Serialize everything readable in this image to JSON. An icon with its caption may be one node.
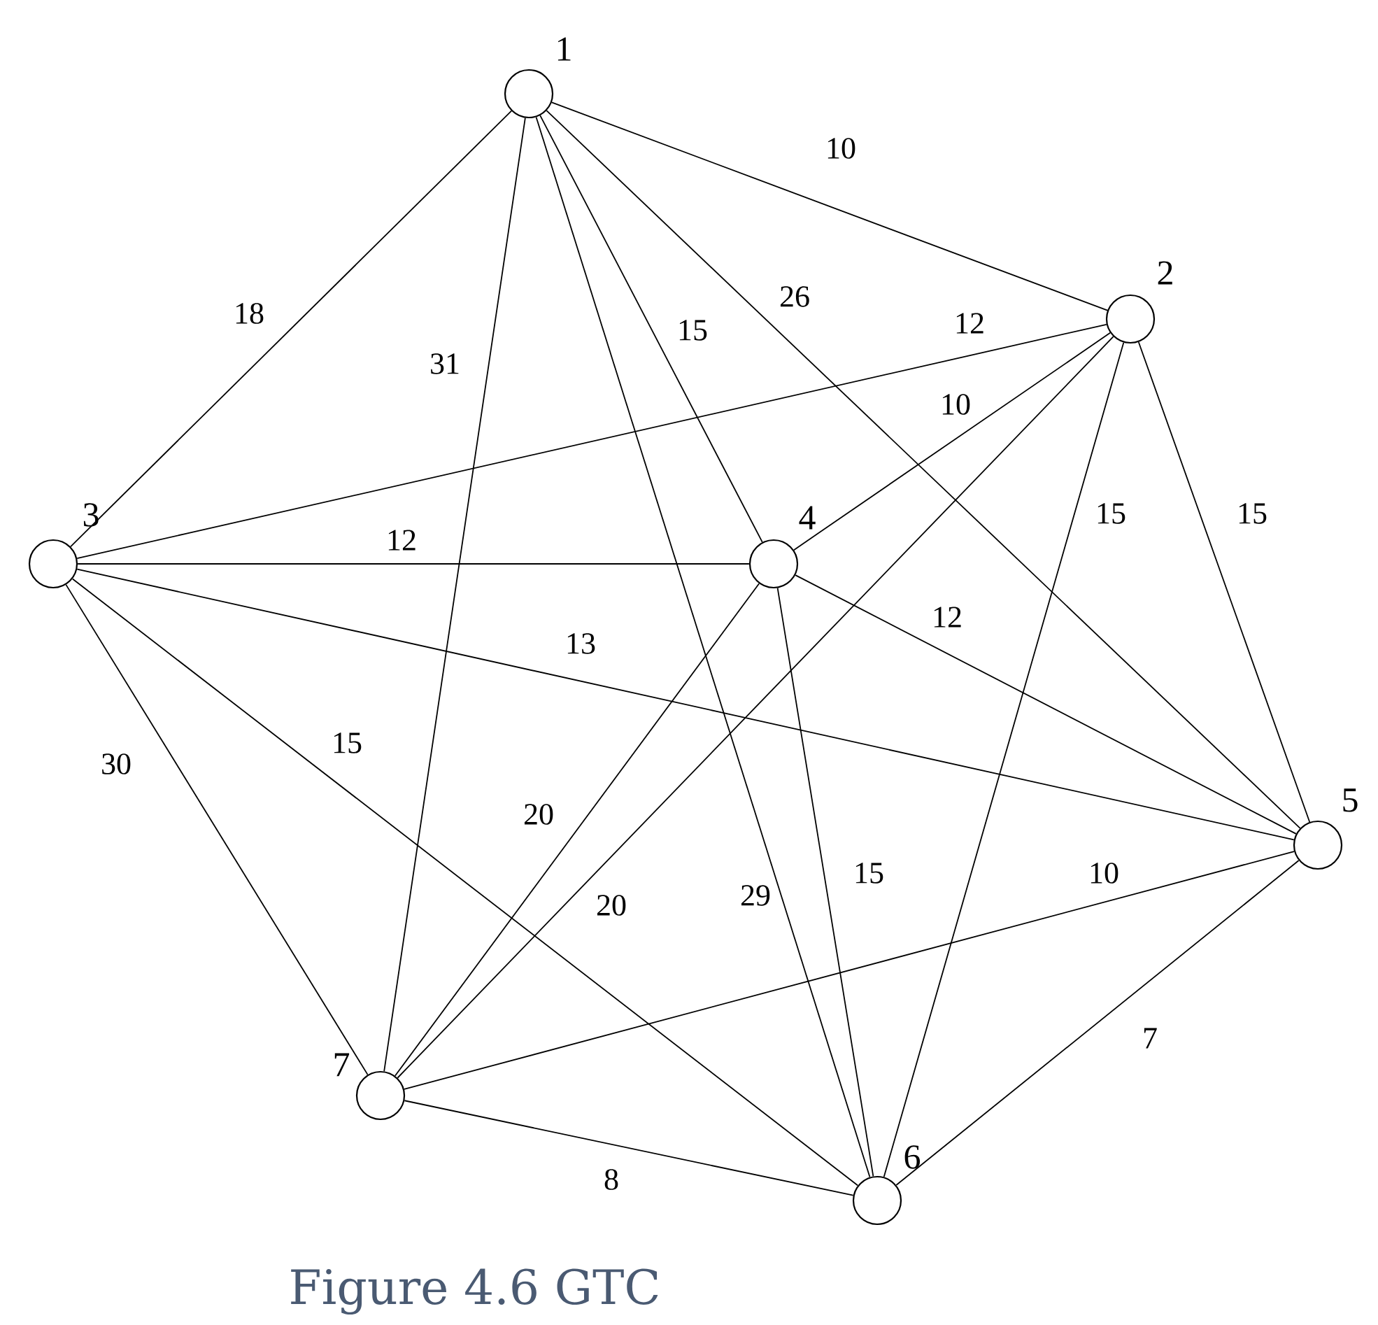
{
  "diagram": {
    "caption": "Figure 4.6 GTC",
    "nodes": [
      {
        "text": [
          "1"
        ]
      },
      {
        "text": [
          "2"
        ]
      },
      {
        "text": [
          "3"
        ]
      },
      {
        "text": [
          "4"
        ]
      },
      {
        "text": [
          "5"
        ]
      },
      {
        "text": [
          "6"
        ]
      },
      {
        "text": [
          "7"
        ]
      }
    ],
    "edges": [
      {
        "from": 0,
        "to": 1,
        "arrow": "none",
        "label": "10"
      },
      {
        "from": 0,
        "to": 2,
        "arrow": "none",
        "label": "18"
      },
      {
        "from": 0,
        "to": 6,
        "arrow": "none",
        "label": "31"
      },
      {
        "from": 0,
        "to": 3,
        "arrow": "none",
        "label": "15"
      },
      {
        "from": 0,
        "to": 4,
        "arrow": "none",
        "label": "26"
      },
      {
        "from": 0,
        "to": 5,
        "arrow": "none",
        "label": "29"
      },
      {
        "from": 2,
        "to": 1,
        "arrow": "none",
        "label": "12"
      },
      {
        "from": 3,
        "to": 1,
        "arrow": "none",
        "label": "10"
      },
      {
        "from": 1,
        "to": 5,
        "arrow": "none",
        "label": "15"
      },
      {
        "from": 1,
        "to": 4,
        "arrow": "none",
        "label": "15"
      },
      {
        "from": 2,
        "to": 3,
        "arrow": "none",
        "label": "12"
      },
      {
        "from": 3,
        "to": 4,
        "arrow": "none",
        "label": "12"
      },
      {
        "from": 2,
        "to": 4,
        "arrow": "none",
        "label": "13"
      },
      {
        "from": 2,
        "to": 6,
        "arrow": "none",
        "label": "30"
      },
      {
        "from": 2,
        "to": 5,
        "arrow": "none",
        "label": "15"
      },
      {
        "from": 6,
        "to": 3,
        "arrow": "none",
        "label": "20"
      },
      {
        "from": 6,
        "to": 1,
        "arrow": "none",
        "label": "20"
      },
      {
        "from": 3,
        "to": 5,
        "arrow": "none",
        "label": "15"
      },
      {
        "from": 6,
        "to": 4,
        "arrow": "none",
        "label": "10"
      },
      {
        "from": 4,
        "to": 5,
        "arrow": "none",
        "label": "7"
      },
      {
        "from": 6,
        "to": 5,
        "arrow": "none",
        "label": "8"
      }
    ]
  }
}
